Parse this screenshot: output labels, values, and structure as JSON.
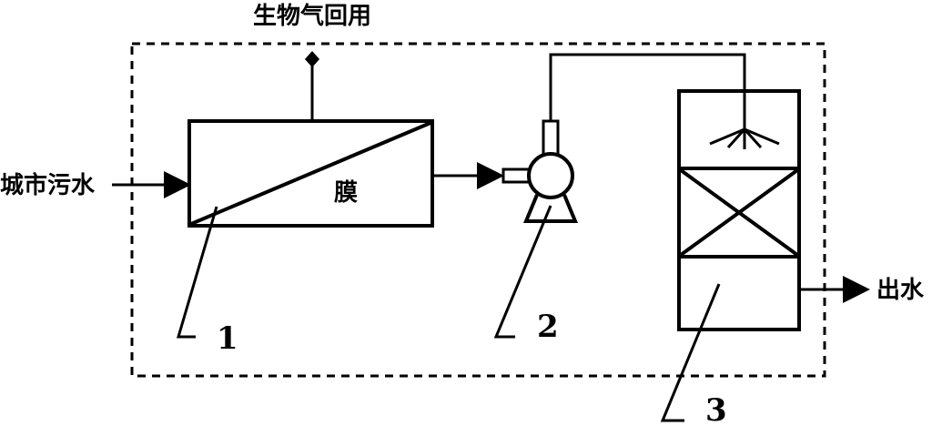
{
  "labels": {
    "biogas_reuse": "生物气回用",
    "inlet": "城市污水",
    "membrane": "膜",
    "outlet": "出水"
  },
  "numbers": {
    "unit1": "1",
    "unit2": "2",
    "unit3": "3"
  }
}
